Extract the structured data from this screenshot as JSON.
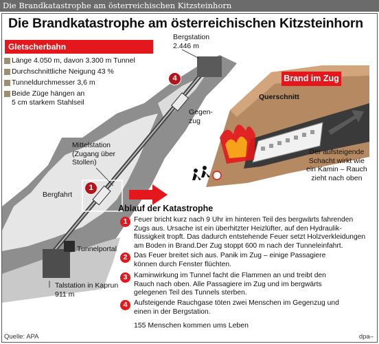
{
  "header": {
    "top_bar_title": "Die Brandkatastrophe am österreichischen Kitzsteinhorn"
  },
  "main_title": "Die Brandkatastrophe am österreichischen Kitzsteinhorn",
  "legend": {
    "heading": "Gletscherbahn",
    "facts": [
      "Länge 4.050 m, davon 3.300 m Tunnel",
      "Durchschnittliche Neigung 43 %",
      "Tunneldurchmesser 3,6 m",
      "Beide Züge hängen an",
      "5 cm starkem Stahlseil"
    ]
  },
  "labels": {
    "bergstation": [
      "Bergstation",
      "2.446 m"
    ],
    "gegenzug": [
      "Gegen-",
      "zug"
    ],
    "mittelstation": [
      "Mittelstation",
      "(Zugang über",
      "Stollen)"
    ],
    "bergfahrt": "Bergfahrt",
    "tunnelportal": "Tunnelportal",
    "talstation": [
      "Talstation in Kaprun",
      "911 m"
    ],
    "querschnitt": "Querschnitt",
    "brand_im_zug": "Brand im Zug",
    "schacht": [
      "Der aufsteigende",
      "Schacht wirkt wie",
      "ein Kamin – Rauch",
      "zieht nach oben"
    ]
  },
  "markers": {
    "one": "1",
    "four": "4"
  },
  "ablauf": {
    "title": "Ablauf der Katastrophe",
    "steps": [
      {
        "num": "1",
        "lines": [
          "Feuer bricht kurz nach 9 Uhr im hinteren Teil des bergwärts fahrenden",
          "Zugs aus. Ursache ist ein überhitzter Heizlüfter, auf den Hydraulik-",
          "flüssigkeit tropft. Das dadurch entstehende Feuer setzt Holzverkleidungen",
          "am Boden in Brand.Der Zug stoppt 600 m nach der Tunneleinfahrt."
        ]
      },
      {
        "num": "2",
        "lines": [
          "Das Feuer breitet sich aus. Panik im Zug – einige Passagiere",
          "können durch Fenster flüchten."
        ]
      },
      {
        "num": "3",
        "lines": [
          "Kaminwirkung im Tunnel facht die Flammen an und treibt den",
          "Rauch nach oben. Alle Passagiere im Zug und im bergwärts",
          "gelegenen Teil des Tunnels sterben."
        ]
      },
      {
        "num": "4",
        "lines": [
          "Aufsteigende Rauchgase töten zwei Menschen im Gegenzug und",
          "einen in der Bergstation."
        ]
      }
    ],
    "summary": "155 Menschen kommen ums Leben"
  },
  "footer": {
    "source": "Quelle: APA",
    "agency": "dpa–"
  },
  "colors": {
    "accent_red": "#e4181c",
    "mountain": "#8e8e8e",
    "snow": "#e6e6e6",
    "rock": "#b58a63",
    "tunnel": "#555555"
  }
}
